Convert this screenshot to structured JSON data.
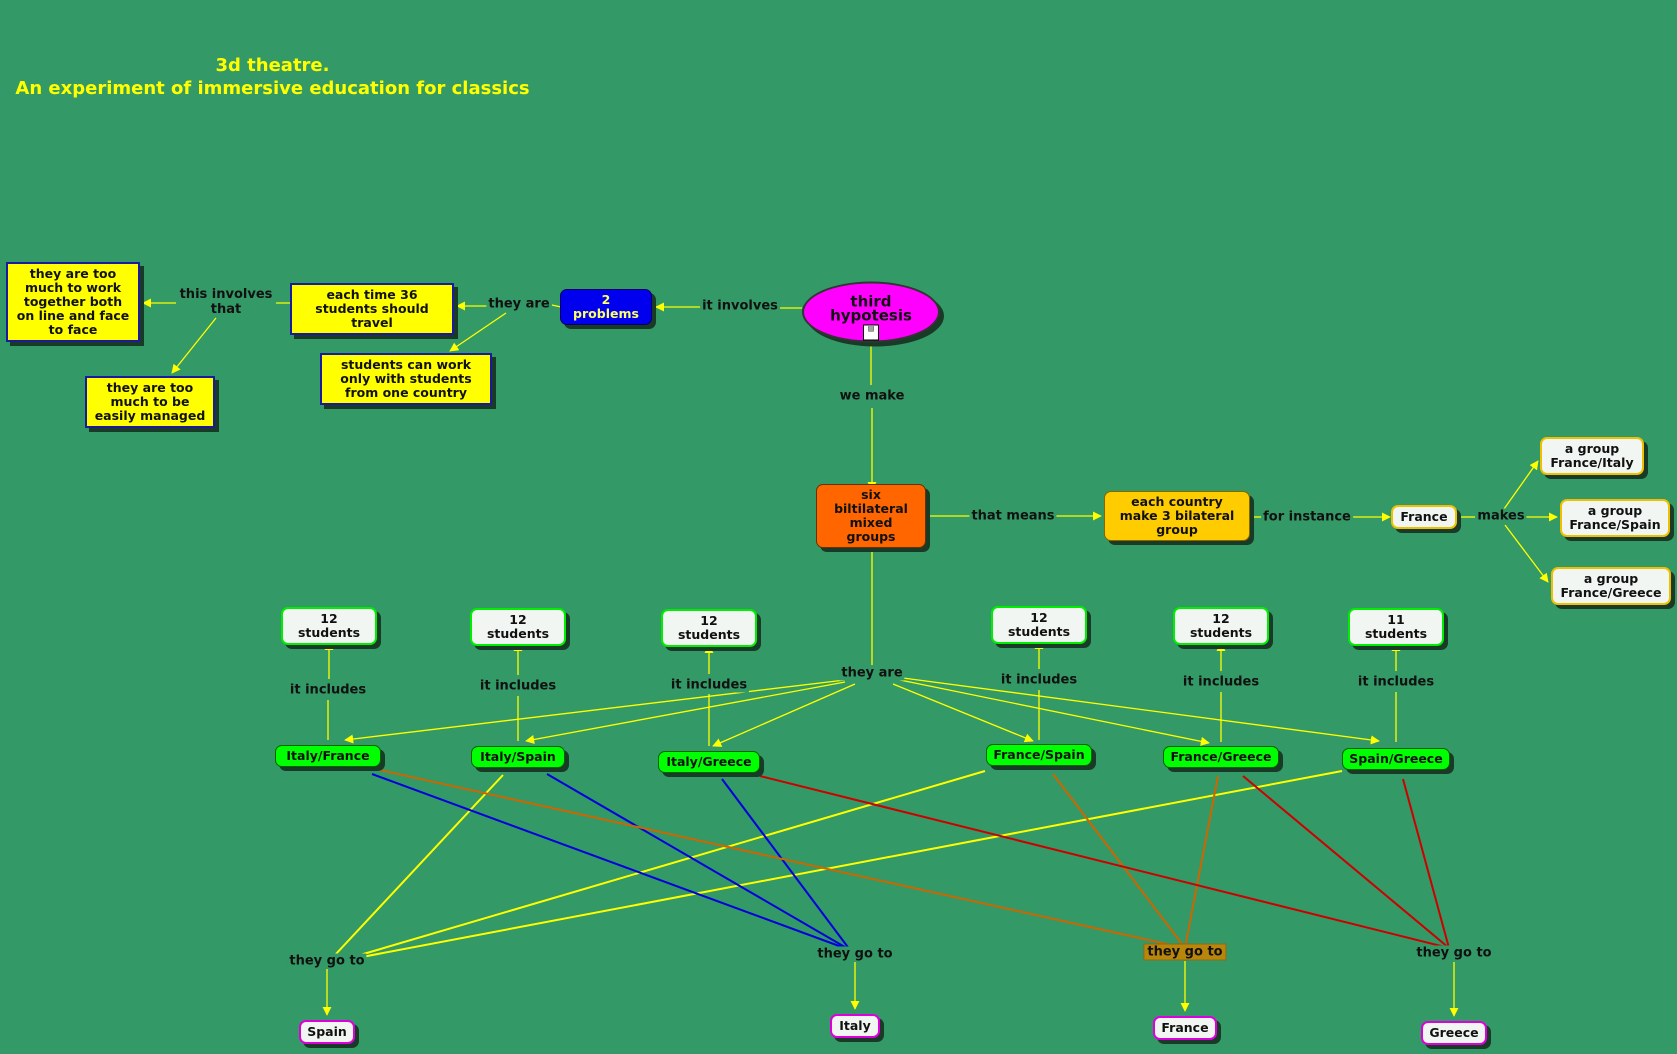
{
  "title": {
    "line1": "3d theatre.",
    "line2": "An experiment of immersive education for classics"
  },
  "colors": {
    "background": "#339966",
    "yellow_link": "#ffff00",
    "blue_link": "#0000dd",
    "orange_link": "#cc6600",
    "red_link": "#cc0000"
  },
  "nodes": {
    "third_hypotesis": "third hypotesis",
    "two_problems": "2 problems",
    "each_time": "each time 36 students should travel",
    "students_can_work": "students can work only with students from one country",
    "too_much_together": "they are too much to work together both on line and face to face",
    "too_much_managed": "they are too much to be easily managed",
    "six_groups": "six biltilateral mixed groups",
    "each_country": "each country make 3 bilateral group",
    "france_example": "France",
    "group_fr_it": "a group France/Italy",
    "group_fr_sp": "a group France/Spain",
    "group_fr_gr": "a group France/Greece",
    "pair_it_fr": "Italy/France",
    "pair_it_sp": "Italy/Spain",
    "pair_it_gr": "Italy/Greece",
    "pair_fr_sp": "France/Spain",
    "pair_fr_gr": "France/Greece",
    "pair_sp_gr": "Spain/Greece",
    "count_it_fr": "12 students",
    "count_it_sp": "12 students",
    "count_it_gr": "12 students",
    "count_fr_sp": "12 students",
    "count_fr_gr": "12 students",
    "count_sp_gr": "11 students",
    "dest_spain": "Spain",
    "dest_italy": "Italy",
    "dest_france": "France",
    "dest_greece": "Greece"
  },
  "links": {
    "it_involves": "it involves",
    "they_are_problems": "they are",
    "this_involves": "this involves that",
    "we_make": "we make",
    "that_means": "that means",
    "for_instance": "for instance",
    "makes": "makes",
    "they_are_groups": "they are",
    "includes_it_fr": "it includes",
    "includes_it_sp": "it includes",
    "includes_it_gr": "it includes",
    "includes_fr_sp": "it includes",
    "includes_fr_gr": "it includes",
    "includes_sp_gr": "it includes",
    "go_spain": "they go to",
    "go_italy": "they go to",
    "go_france": "they go to",
    "go_greece": "they go to"
  }
}
